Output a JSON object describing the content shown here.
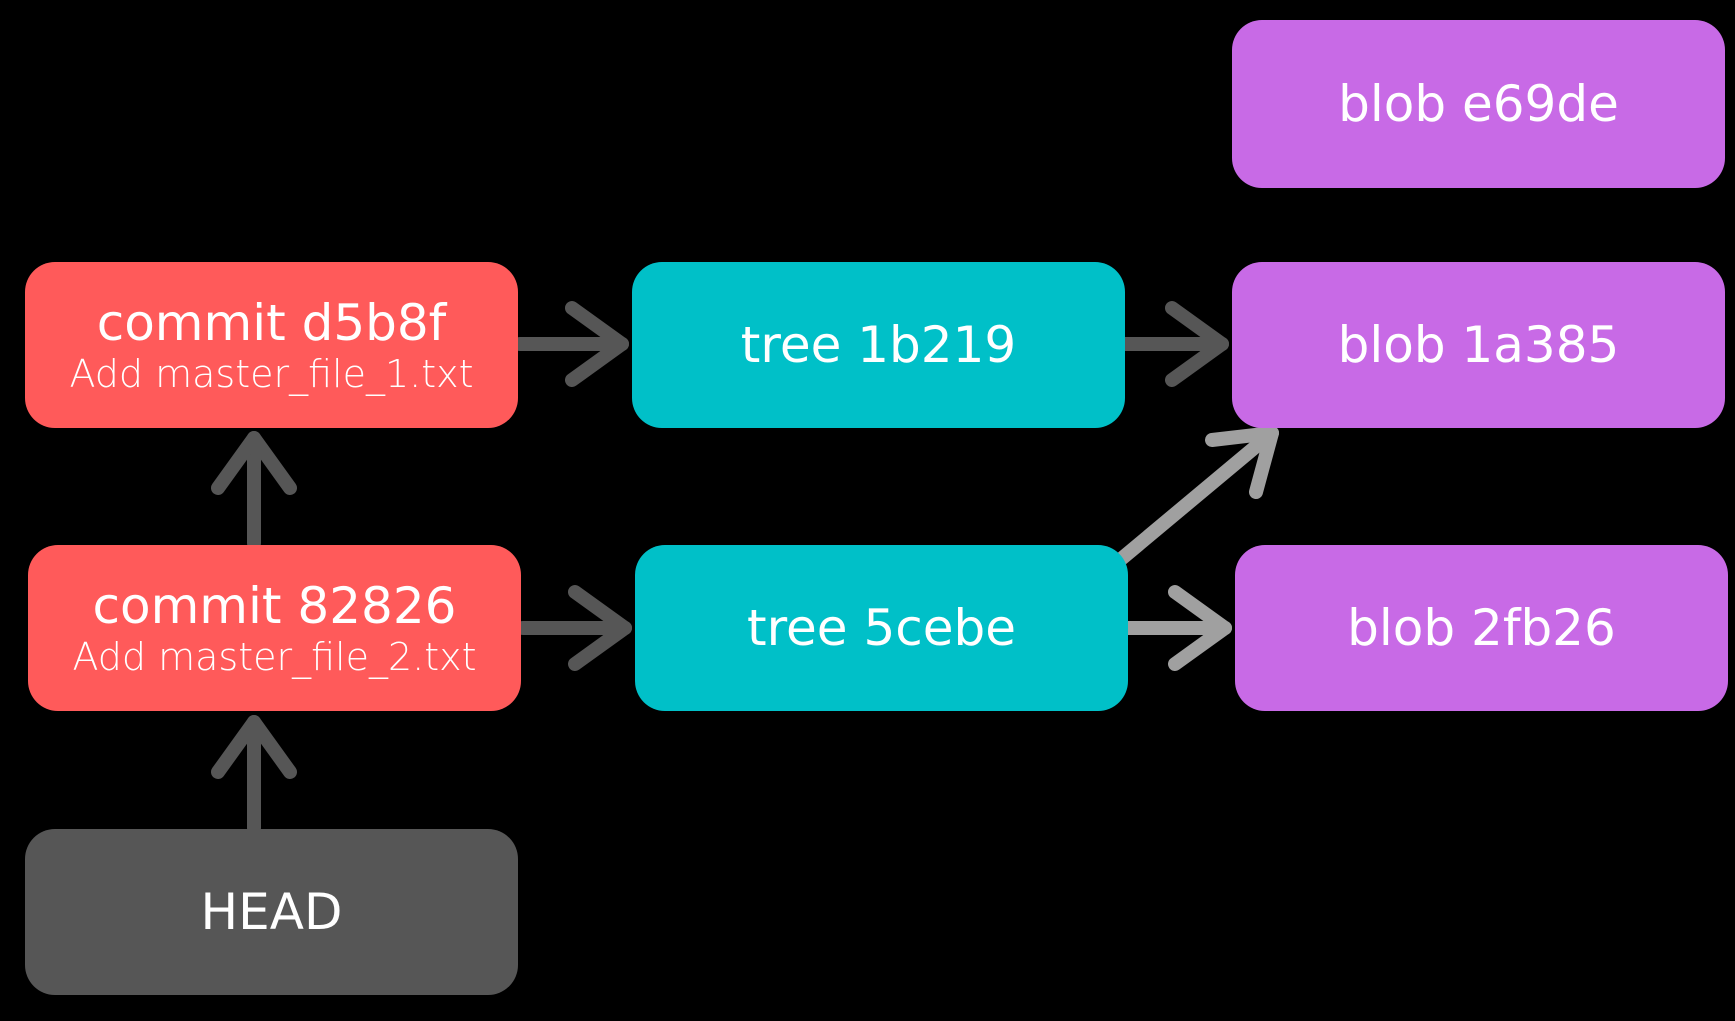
{
  "colors": {
    "background": "#000000",
    "commit": "#ff5a5a",
    "tree": "#00c0c8",
    "blob": "#c86ae6",
    "head": "#565656",
    "arrow_dark": "#565656",
    "arrow_light": "#a0a0a0"
  },
  "nodes": {
    "blob_e69de": {
      "title": "blob e69de"
    },
    "commit_d5b8f": {
      "title": "commit d5b8f",
      "message": "Add master_file_1.txt"
    },
    "tree_1b219": {
      "title": "tree 1b219"
    },
    "blob_1a385": {
      "title": "blob 1a385"
    },
    "commit_82826": {
      "title": "commit 82826",
      "message": "Add master_file_2.txt"
    },
    "tree_5cebe": {
      "title": "tree 5cebe"
    },
    "blob_2fb26": {
      "title": "blob 2fb26"
    },
    "head": {
      "title": "HEAD"
    }
  },
  "edges": [
    {
      "from": "commit_d5b8f",
      "to": "tree_1b219",
      "color": "dark"
    },
    {
      "from": "tree_1b219",
      "to": "blob_1a385",
      "color": "dark"
    },
    {
      "from": "commit_82826",
      "to": "commit_d5b8f",
      "color": "dark"
    },
    {
      "from": "commit_82826",
      "to": "tree_5cebe",
      "color": "dark"
    },
    {
      "from": "tree_5cebe",
      "to": "blob_1a385",
      "color": "light"
    },
    {
      "from": "tree_5cebe",
      "to": "blob_2fb26",
      "color": "light"
    },
    {
      "from": "head",
      "to": "commit_82826",
      "color": "dark"
    }
  ]
}
